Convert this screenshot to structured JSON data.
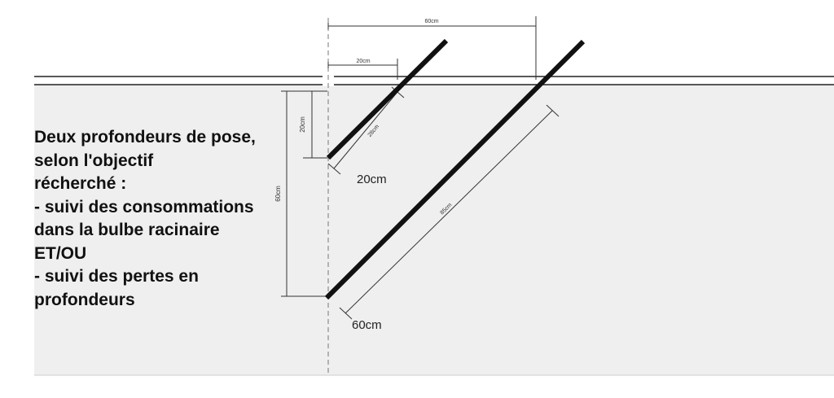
{
  "description": {
    "lines": [
      "Deux profondeurs de pose,",
      "selon l'objectif",
      "récherché :",
      "- suivi des consommations",
      "dans la bulbe racinaire",
      "ET/OU",
      "- suivi des pertes en",
      "profondeurs"
    ]
  },
  "dimensions": {
    "top_width": "60cm",
    "top_short_width": "20cm",
    "depth_shallow": "20cm",
    "depth_deep": "60cm",
    "probe_short_length": "28cm",
    "probe_long_length": "85cm"
  },
  "callouts": {
    "shallow_depth": "20cm",
    "deep_depth": "60cm"
  },
  "colors": {
    "ground": "#efefef",
    "probe": "#111111",
    "line": "#333333"
  }
}
